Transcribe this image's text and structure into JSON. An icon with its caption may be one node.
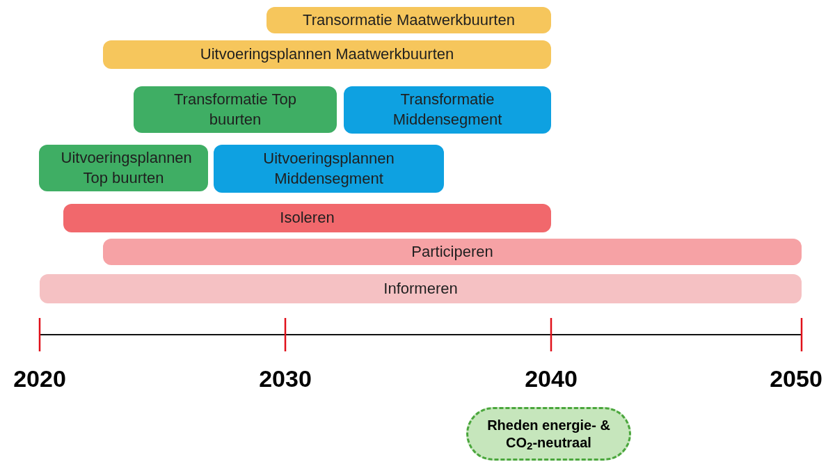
{
  "diagram": {
    "nodes": [
      {
        "text": [
          "Transormatie Maatwerkbuurten"
        ]
      },
      {
        "text": [
          "Uitvoeringsplannen Maatwerkbuurten"
        ]
      },
      {
        "text": [
          "Transformatie Top buurten"
        ]
      },
      {
        "text": [
          "Transformatie Middensegment"
        ]
      },
      {
        "text": [
          "Uitvoeringsplannen Top buurten"
        ]
      },
      {
        "text": [
          "Uitvoeringsplannen Middensegment"
        ]
      },
      {
        "text": [
          "Isoleren"
        ]
      },
      {
        "text": [
          "Participeren"
        ]
      },
      {
        "text": [
          "Informeren"
        ]
      },
      {
        "text": [
          "Rheden energie- & CO$_{2}$-neutraal"
        ]
      }
    ],
    "labels": [
      "2020",
      "2030",
      "2040",
      "2050"
    ]
  }
}
